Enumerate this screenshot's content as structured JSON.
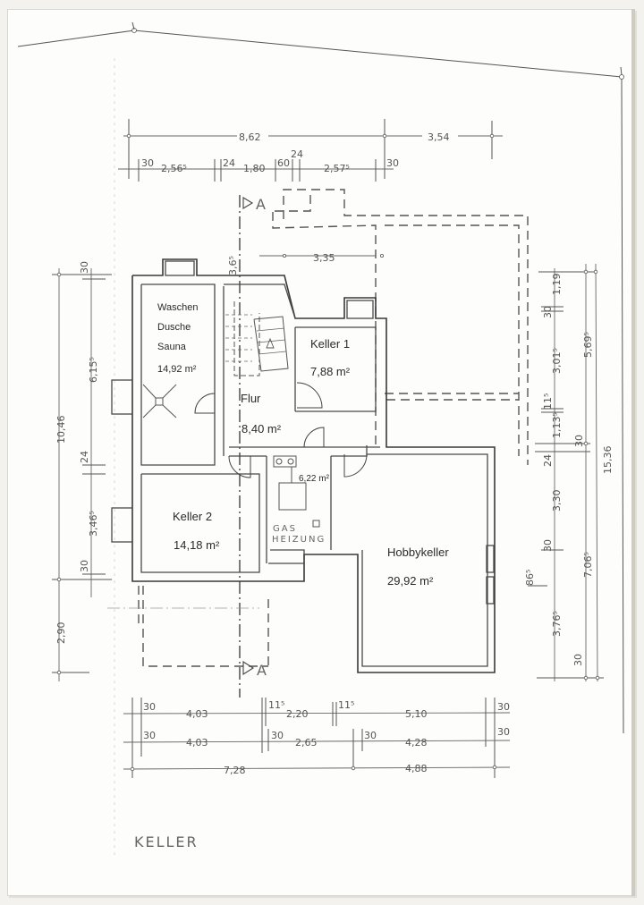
{
  "title": "KELLER",
  "rooms": [
    {
      "name_lines": [
        "Waschen",
        "Dusche",
        "Sauna"
      ],
      "area": "14,92 m²"
    },
    {
      "name": "Keller 1",
      "area": "7,88 m²"
    },
    {
      "name": "Flur",
      "area": "8,40 m²"
    },
    {
      "name": "Keller 2",
      "area": "14,18 m²"
    },
    {
      "name_lines": [
        "GAS",
        "HEIZUNG"
      ],
      "area": "6,22 m²"
    },
    {
      "name": "Hobbykeller",
      "area": "29,92 m²"
    }
  ],
  "section_marker": {
    "label": "A"
  },
  "dimensions": {
    "top_overall": [
      "8,62",
      "3,54"
    ],
    "top_detail": [
      "30",
      "2,56⁵",
      "24",
      "1,80",
      "60",
      "24",
      "2,57⁵",
      "30"
    ],
    "top_inner": [
      "3,35",
      "3,6⁵"
    ],
    "bottom_row1": [
      "30",
      "4,03",
      "11⁵",
      "2,20",
      "11⁵",
      "5,10",
      "30"
    ],
    "bottom_row2": [
      "30",
      "4,03",
      "30",
      "2,65",
      "30",
      "4,28",
      "30"
    ],
    "bottom_overall": [
      "7,28",
      "4,88"
    ],
    "left_overall": [
      "10,46",
      "2,90"
    ],
    "left_detail": [
      "30",
      "6,15⁵",
      "24",
      "3,46⁵",
      "30"
    ],
    "right_detail": [
      "1,19",
      "30",
      "3,01⁵",
      "11⁵",
      "1,13⁵",
      "24",
      "3,30",
      "30",
      "86⁵",
      "3,76⁵",
      "30"
    ],
    "right_mid": [
      "5,69⁵",
      "30",
      "7,06⁵"
    ],
    "right_overall": [
      "15,36"
    ]
  }
}
